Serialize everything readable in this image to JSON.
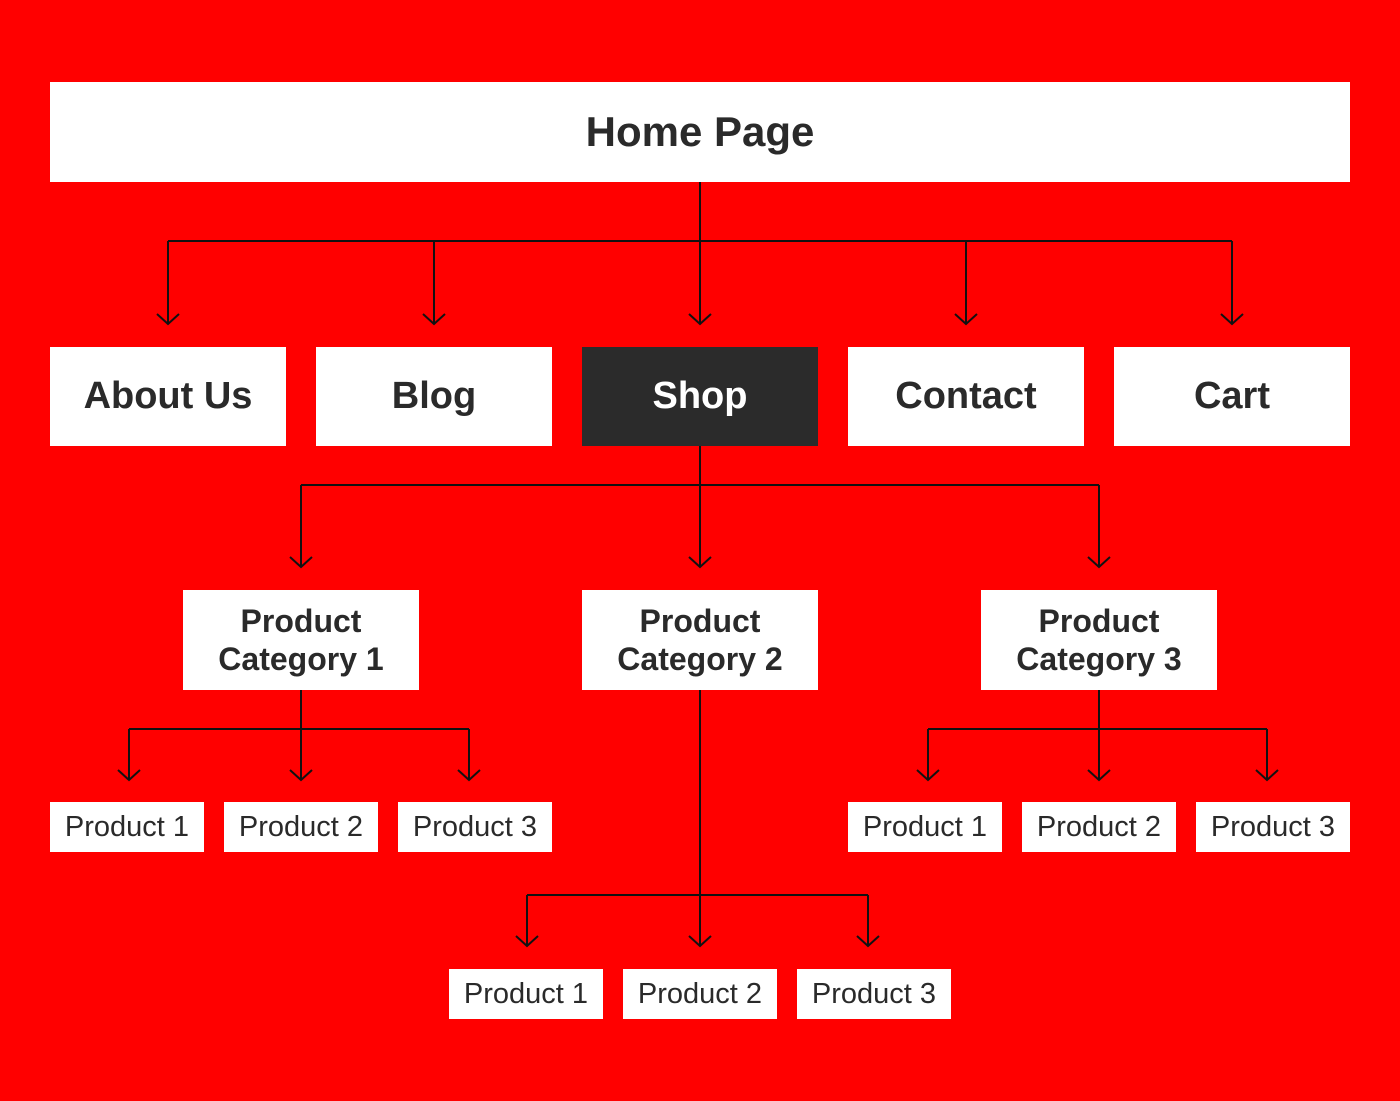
{
  "colors": {
    "background": "#ff0000",
    "box": "#ffffff",
    "highlight": "#2b2b2b",
    "line": "#111111"
  },
  "home": {
    "label": "Home Page"
  },
  "nav": [
    {
      "label": "About Us"
    },
    {
      "label": "Blog"
    },
    {
      "label": "Shop",
      "highlighted": true
    },
    {
      "label": "Contact"
    },
    {
      "label": "Cart"
    }
  ],
  "categories": [
    {
      "label": "Product\nCategory 1",
      "products": [
        "Product 1",
        "Product 2",
        "Product 3"
      ]
    },
    {
      "label": "Product\nCategory 2",
      "products": [
        "Product 1",
        "Product 2",
        "Product 3"
      ]
    },
    {
      "label": "Product\nCategory 3",
      "products": [
        "Product 1",
        "Product 2",
        "Product 3"
      ]
    }
  ]
}
